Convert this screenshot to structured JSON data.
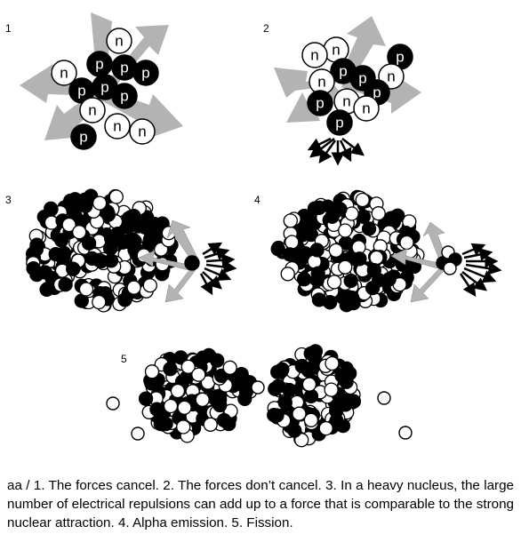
{
  "colors": {
    "proton": "#000000",
    "neutron": "#ffffff",
    "arrow": "#b3b3b3",
    "outline": "#000000"
  },
  "labels": {
    "proton": "p",
    "neutron": "n"
  },
  "panels": [
    "1",
    "2",
    "3",
    "4",
    "5"
  ],
  "caption": {
    "tag": "aa / 1.",
    "text": " The forces cancel.  2.  The forces don’t cancel.  3.  In a heavy nucleus, the large number of electrical repulsions can add up to a force that is comparable to the strong nuclear attraction.  4.  Alpha emission. 5. Fission."
  }
}
